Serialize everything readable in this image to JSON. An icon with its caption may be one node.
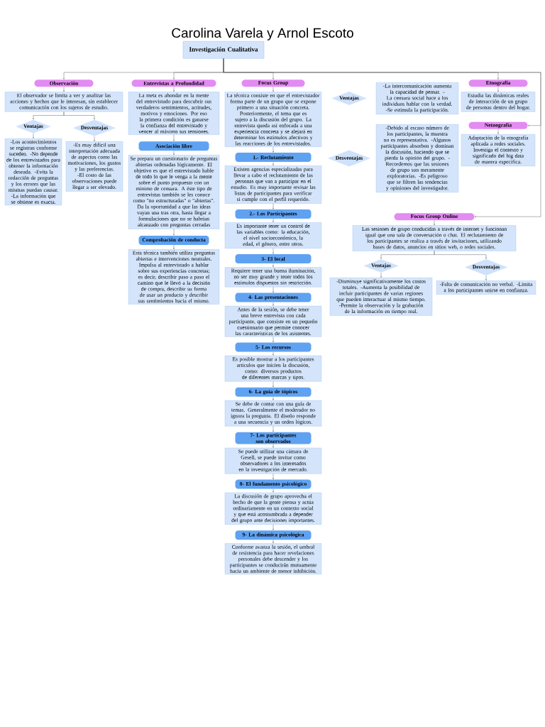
{
  "diagram": {
    "title": "Carolina Varela y Arnol Escoto",
    "nodes": [
      {
        "text": [
          "Investigación Cualitativa"
        ]
      },
      {
        "text": [
          "Observación"
        ]
      },
      {
        "text": [
          "El observador se limita a ver y analizar las acciones y hechos que le interesan, sin establecer comunicación con los sujetos de estudio."
        ]
      },
      {
        "text": [
          "Ventajas"
        ]
      },
      {
        "text": [
          "Desventajas"
        ]
      },
      {
        "text": [
          "-Los acontecimientos se registran conforme suceden. -No depende de los entrevistados para obtener la información deseada. -Evita la redacción de preguntas y los errores que las mismas puedan causar. -La información que se obtiene es exacta."
        ]
      },
      {
        "text": [
          "-Es muy difícil una interpretación adecuada de aspectos como las motivaciones, los gustos y las preferencias. -El costo de las observaciones puede llegar a ser elevado."
        ]
      },
      {
        "text": [
          "Entrevistas a Profundidad"
        ]
      },
      {
        "text": [
          "La meta es ahondar en la mente del entrevistado para descubrir sus verdaderos sentimientos, actitudes, motivos y emociones. Por eso la primera condición es ganarse la confianza del entrevistado y vencer al máximo sus tensiones."
        ]
      },
      {
        "text": [
          "Asociación libre"
        ]
      },
      {
        "text": [
          "Se prepara un cuestionario de preguntas abiertas ordenadas lógicamente. El objetivo es que el entrevistado hable de todo lo que le venga a la mente sobre el punto propuesto con un mínimo de censura. A éste tipo de entrevistas también se les conoce como \"no estructuradas\" o \"abiertas\". Da la oportunidad a que las ideas vayan una tras otra, hasta llegar a formulaciones que no se habrían alcanzado con preguntas cerradas"
        ]
      },
      {
        "text": [
          "Comprobación de conducta"
        ]
      },
      {
        "text": [
          "Esta técnica también utiliza preguntas abiertas e intervenciones neutrales. Impulsa al entrevistado a hablar sobre sus experiencias concretas; es decir, describir paso a paso el camino que le llevó a la decisión de compra, describir su forma de usar un producto y describir sus sentimientos hacia el mismo."
        ]
      },
      {
        "text": [
          "Focus Group"
        ]
      },
      {
        "text": [
          "La técnica consiste en que el entrevistador forma parte de un grupo que se expone primero a una situación concreta. Posteriormente, el tema que es sujeto a la discusión del grupo. La entrevista queda así enfocada a una experiencia concreta y se alejará en determinar los estímulos afectivos y las reacciones de los entrevistados."
        ]
      },
      {
        "text": [
          "Ventajas"
        ]
      },
      {
        "text": [
          "-La intercomunicación aumenta la capacidad de pensar. -La censura social hace a los individuos hablar con la verdad. -Se estimula la participación."
        ]
      },
      {
        "text": [
          "Desventajas"
        ]
      },
      {
        "text": [
          "-Debido al escaso número de los participantes, la muestra no es representativa. -Algunos participantes absorben y dominan la discusión, haciendo que se pierda la opinión del grupo. -Recordemos que las sesiones de grupo son meramente exploratorias. -Es peligroso que se filtren las tendencias y opiniones del investigador."
        ]
      },
      {
        "text": [
          "1.- Reclutamiento"
        ]
      },
      {
        "text": [
          "Existen agencias especializadas para llevar a cabo el reclutamiento de las personas que van a participar en el estudio. Es muy importante revisar las listas de participantes para verificar si cumple con el perfil requerido."
        ]
      },
      {
        "text": [
          "2.- Los Participantes"
        ]
      },
      {
        "text": [
          "Es importante tener un control de las variables como: la educación, el nivel socioeconómico, la edad, el género, entre otros."
        ]
      },
      {
        "text": [
          "3- El local"
        ]
      },
      {
        "text": [
          "Requiere tener una buena iluminación, no ser muy grande y tener todos los estímulos dispuestos sin restricción."
        ]
      },
      {
        "text": [
          "4- Las presentaciones"
        ]
      },
      {
        "text": [
          "Antes de la sesión, se debe tener una breve entrevista con cada participante, que consiste en un pequeño cuestionario que permite conocer las características de los asistentes."
        ]
      },
      {
        "text": [
          "5- Los recursos"
        ]
      },
      {
        "text": [
          "Es posible mostrar a los participantes artículos que inicien la discusión, como: diversos productos de diferentes marcas y tipos."
        ]
      },
      {
        "text": [
          "6- La guía de tópicos"
        ]
      },
      {
        "text": [
          "Se debe de contar con una guía de temas. Generalmente el moderador no ignora la pregunta. El diseño responde a una secuencia y un orden lógicos."
        ]
      },
      {
        "text": [
          "7- Los participantes son observados"
        ]
      },
      {
        "text": [
          "Se puede utilizar una cámara de Gesell, se puede invitar como observadores a los interesados en la investigación de mercado."
        ]
      },
      {
        "text": [
          "8- El fundamento psicológico"
        ]
      },
      {
        "text": [
          "La discusión de grupo aprovecha el hecho de que la gente piensa y actúa ordinariamente en un contexto social y que está acostumbrada a depender del grupo ante decisiones importantes."
        ]
      },
      {
        "text": [
          "9- La dinámica psicológica"
        ]
      },
      {
        "text": [
          "Conforme avanza la sesión, el umbral de resistencia para hacer revelaciones personales debe descender y los participantes se conducirán mutuamente hacia un ambiente de menor inhibición."
        ]
      },
      {
        "text": [
          "Focus Group Online"
        ]
      },
      {
        "text": [
          "Las sesiones de grupo conducidas a través de internet y funcionan igual que una sala de conversación o chat. El reclutamiento de los participantes se realiza a través de invitaciones, utilizando bases de datos, anuncios en sitios web, o redes sociales."
        ]
      },
      {
        "text": [
          "Ventajas"
        ]
      },
      {
        "text": [
          "Desventajas"
        ]
      },
      {
        "text": [
          "-Disminuye significativamente los costos totales. -Aumenta la posibilidad de incluir participantes de varias regiones que pueden interactuar al mismo tiempo. -Permite la observación y la grabación de la información en tiempo real."
        ]
      },
      {
        "text": [
          "-Falta de comunicación no verbal. -Limita a los participantes unirse en confianza."
        ]
      },
      {
        "text": [
          "Etnografía"
        ]
      },
      {
        "text": [
          "Estudia las dinámicas reales de interacción de un grupo de personas dentro del hogar."
        ]
      },
      {
        "text": [
          "Netnografía"
        ]
      },
      {
        "text": [
          "Adaptación de la etnografía aplicada a redes sociales. Investiga el contexto y significado del big data de manera específica."
        ]
      }
    ],
    "edges": [
      {
        "from": 0,
        "to": 1,
        "arrow": "to"
      },
      {
        "from": 0,
        "to": 7,
        "arrow": "to"
      },
      {
        "from": 0,
        "to": 13,
        "arrow": "to"
      },
      {
        "from": 0,
        "to": 37,
        "arrow": "to"
      },
      {
        "from": 0,
        "to": 43,
        "arrow": "to"
      },
      {
        "from": 0,
        "to": 45,
        "arrow": "to"
      },
      {
        "from": 1,
        "to": 2,
        "arrow": "to"
      },
      {
        "from": 2,
        "to": 3,
        "arrow": "to"
      },
      {
        "from": 2,
        "to": 4,
        "arrow": "to"
      },
      {
        "from": 3,
        "to": 5,
        "arrow": "to"
      },
      {
        "from": 4,
        "to": 6,
        "arrow": "to"
      },
      {
        "from": 7,
        "to": 8,
        "arrow": "to"
      },
      {
        "from": 8,
        "to": 9,
        "arrow": "to"
      },
      {
        "from": 9,
        "to": 10,
        "arrow": "to"
      },
      {
        "from": 10,
        "to": 11,
        "arrow": "to"
      },
      {
        "from": 11,
        "to": 12,
        "arrow": "to"
      },
      {
        "from": 13,
        "to": 14,
        "arrow": "to"
      },
      {
        "from": 14,
        "to": 19,
        "arrow": "to"
      },
      {
        "from": 19,
        "to": 20,
        "arrow": "to"
      },
      {
        "from": 20,
        "to": 21,
        "arrow": "to"
      },
      {
        "from": 21,
        "to": 22,
        "arrow": "to"
      },
      {
        "from": 22,
        "to": 23,
        "arrow": "to"
      },
      {
        "from": 23,
        "to": 24,
        "arrow": "to"
      },
      {
        "from": 24,
        "to": 25,
        "arrow": "to"
      },
      {
        "from": 25,
        "to": 26,
        "arrow": "to"
      },
      {
        "from": 26,
        "to": 27,
        "arrow": "to"
      },
      {
        "from": 27,
        "to": 28,
        "arrow": "to"
      },
      {
        "from": 28,
        "to": 29,
        "arrow": "to"
      },
      {
        "from": 29,
        "to": 30,
        "arrow": "to"
      },
      {
        "from": 30,
        "to": 31,
        "arrow": "to"
      },
      {
        "from": 31,
        "to": 32,
        "arrow": "to"
      },
      {
        "from": 32,
        "to": 33,
        "arrow": "to"
      },
      {
        "from": 33,
        "to": 34,
        "arrow": "to"
      },
      {
        "from": 34,
        "to": 35,
        "arrow": "to"
      },
      {
        "from": 35,
        "to": 36,
        "arrow": "to"
      },
      {
        "from": 37,
        "to": 38,
        "arrow": "to"
      },
      {
        "from": 38,
        "to": 39,
        "arrow": "to"
      },
      {
        "from": 38,
        "to": 40,
        "arrow": "to"
      },
      {
        "from": 39,
        "to": 41,
        "arrow": "to"
      },
      {
        "from": 40,
        "to": 42,
        "arrow": "to"
      },
      {
        "from": 43,
        "to": 44,
        "arrow": "to"
      },
      {
        "from": 45,
        "to": 46,
        "arrow": "to"
      }
    ]
  }
}
